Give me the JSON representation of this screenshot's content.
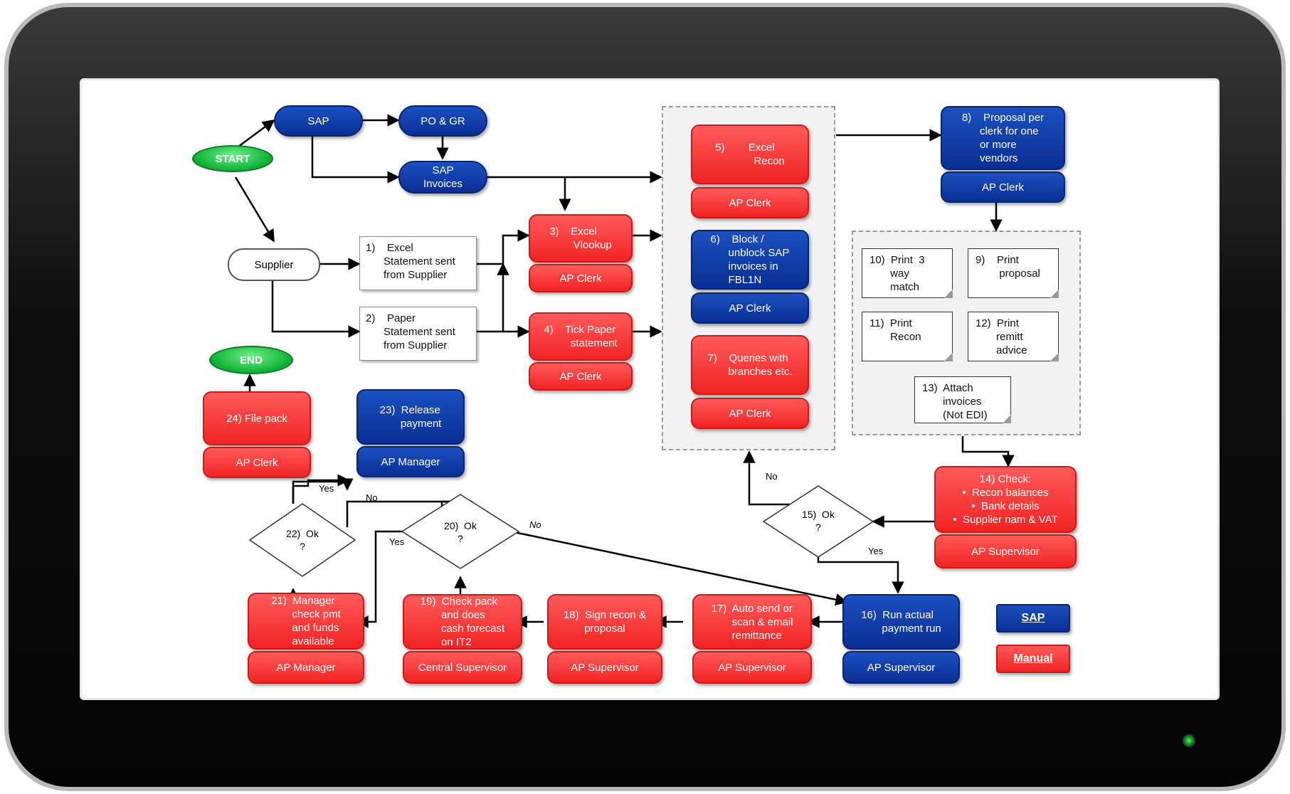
{
  "nodes": {
    "start": "START",
    "end": "END",
    "sap": "SAP",
    "po_gr": "PO & GR",
    "sap_invoices": "SAP\nInvoices",
    "supplier": "Supplier",
    "n1": "1)    Excel\n      Statement sent\n      from Supplier",
    "n2": "2)    Paper\n      Statement sent\n      from Supplier",
    "n3": "3)    Excel\n        Vlookup",
    "n4": "4)    Tick Paper\n         statement",
    "n5": "5)        Excel\n             Recon",
    "n6": "6)    Block /\n      unblock SAP\n      invoices in\n      FBL1N",
    "n7": "7)    Queries with\n       branches etc.",
    "n8": "8)    Proposal per\n      clerk for one\n      or more\n      vendors",
    "n9": "9)    Print\n        proposal",
    "n10": "10)  Print  3\n       way\n       match",
    "n11": "11)  Print\n       Recon",
    "n12": "12)  Print\n       remitt\n       advice",
    "n13": "13)  Attach\n       invoices\n       (Not EDI)",
    "n14_title": "14)  Check:",
    "n14_items": [
      "Recon balances",
      "Bank details",
      "Supplier nam & VAT"
    ],
    "n15": "15)  Ok\n?",
    "n16": "16)  Run actual\n       payment run",
    "n17": "17)  Auto send or\n       scan & email\n       remittance",
    "n18": "18)  Sign recon &\n       proposal",
    "n19": "19)  Check pack\n       and does\n       cash forecast\n       on IT2",
    "n20": "20)  Ok\n?",
    "n21": "21)  Manager\n       check pmt\n       and funds\n       available",
    "n22": "22)  Ok\n?",
    "n23": "23)  Release\n       payment",
    "n24": "24)  File pack"
  },
  "roles": {
    "ap_clerk": "AP Clerk",
    "ap_manager": "AP Manager",
    "ap_supervisor": "AP Supervisor",
    "central_supervisor": "Central Supervisor"
  },
  "edge_labels": {
    "yes": "Yes",
    "no": "No"
  },
  "legend": {
    "sap": "SAP",
    "manual": "Manual"
  },
  "colors": {
    "sap_blue": "#0a2f93",
    "manual_red": "#f22323",
    "start_green": "#12b538"
  }
}
